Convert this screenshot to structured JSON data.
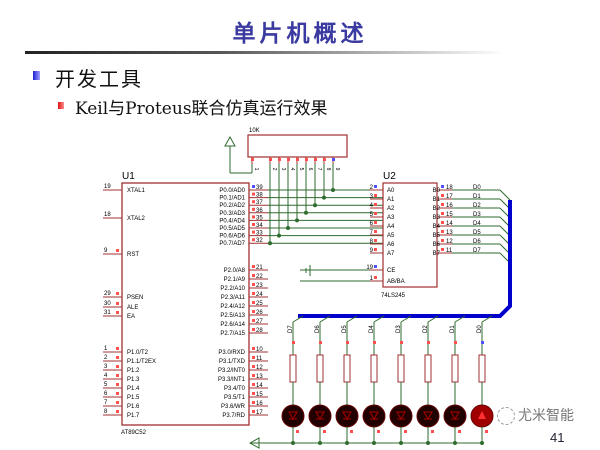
{
  "slide": {
    "title": "单片机概述",
    "bullet1": "开发工具",
    "bullet2": "Keil与Proteus联合仿真运行效果",
    "page_number": "41",
    "watermark": "尤米智能"
  },
  "colors": {
    "wire": "#2e6b2e",
    "chip": "#a03030",
    "bus": "#0000cc",
    "pin_red": "#ff5050",
    "pin_blue": "#5050ff",
    "led_on": "#a00000",
    "led_off": "#200000"
  },
  "u1": {
    "ref": "U1",
    "part": "AT89C52",
    "left_pins": [
      [
        "19",
        "XTAL1"
      ],
      [
        "18",
        "XTAL2"
      ],
      [
        "9",
        "RST"
      ],
      [
        "29",
        "PSEN"
      ],
      [
        "30",
        "ALE"
      ],
      [
        "31",
        "EA"
      ],
      [
        "1",
        "P1.0/T2"
      ],
      [
        "2",
        "P1.1/T2EX"
      ],
      [
        "3",
        "P1.2"
      ],
      [
        "4",
        "P1.3"
      ],
      [
        "5",
        "P1.4"
      ],
      [
        "6",
        "P1.5"
      ],
      [
        "7",
        "P1.6"
      ],
      [
        "8",
        "P1.7"
      ]
    ],
    "right_pins": [
      [
        "39",
        "P0.0/AD0"
      ],
      [
        "38",
        "P0.1/AD1"
      ],
      [
        "37",
        "P0.2/AD2"
      ],
      [
        "36",
        "P0.3/AD3"
      ],
      [
        "35",
        "P0.4/AD4"
      ],
      [
        "34",
        "P0.5/AD5"
      ],
      [
        "33",
        "P0.6/AD6"
      ],
      [
        "32",
        "P0.7/AD7"
      ],
      [
        "21",
        "P2.0/A8"
      ],
      [
        "22",
        "P2.1/A9"
      ],
      [
        "23",
        "P2.2/A10"
      ],
      [
        "24",
        "P2.3/A11"
      ],
      [
        "25",
        "P2.4/A12"
      ],
      [
        "26",
        "P2.5/A13"
      ],
      [
        "27",
        "P2.6/A14"
      ],
      [
        "28",
        "P2.7/A15"
      ],
      [
        "10",
        "P3.0/RXD"
      ],
      [
        "11",
        "P3.1/TXD"
      ],
      [
        "12",
        "P3.2/INT0"
      ],
      [
        "13",
        "P3.3/INT1"
      ],
      [
        "14",
        "P3.4/T0"
      ],
      [
        "15",
        "P3.5/T1"
      ],
      [
        "16",
        "P3.6/WR"
      ],
      [
        "17",
        "P3.7/RD"
      ]
    ]
  },
  "rpack": {
    "value": "10K",
    "pins": [
      "1",
      "2",
      "3",
      "4",
      "5",
      "6",
      "7",
      "8",
      "9"
    ]
  },
  "u2": {
    "ref": "U2",
    "part": "74LS245",
    "left_pins": [
      [
        "2",
        "A0"
      ],
      [
        "3",
        "A1"
      ],
      [
        "4",
        "A2"
      ],
      [
        "5",
        "A3"
      ],
      [
        "6",
        "A4"
      ],
      [
        "7",
        "A5"
      ],
      [
        "8",
        "A6"
      ],
      [
        "9",
        "A7"
      ],
      [
        "19",
        "CE"
      ],
      [
        "1",
        "AB/BA"
      ]
    ],
    "right_pins": [
      [
        "18",
        "B0",
        "D0"
      ],
      [
        "17",
        "B1",
        "D1"
      ],
      [
        "16",
        "B2",
        "D2"
      ],
      [
        "15",
        "B3",
        "D3"
      ],
      [
        "14",
        "B4",
        "D4"
      ],
      [
        "13",
        "B5",
        "D5"
      ],
      [
        "12",
        "B6",
        "D6"
      ],
      [
        "11",
        "B7",
        "D7"
      ]
    ]
  },
  "leds": [
    {
      "net": "D7",
      "on": false
    },
    {
      "net": "D6",
      "on": false
    },
    {
      "net": "D5",
      "on": false
    },
    {
      "net": "D4",
      "on": false
    },
    {
      "net": "D3",
      "on": false
    },
    {
      "net": "D2",
      "on": false
    },
    {
      "net": "D1",
      "on": false
    },
    {
      "net": "D0",
      "on": true
    }
  ]
}
